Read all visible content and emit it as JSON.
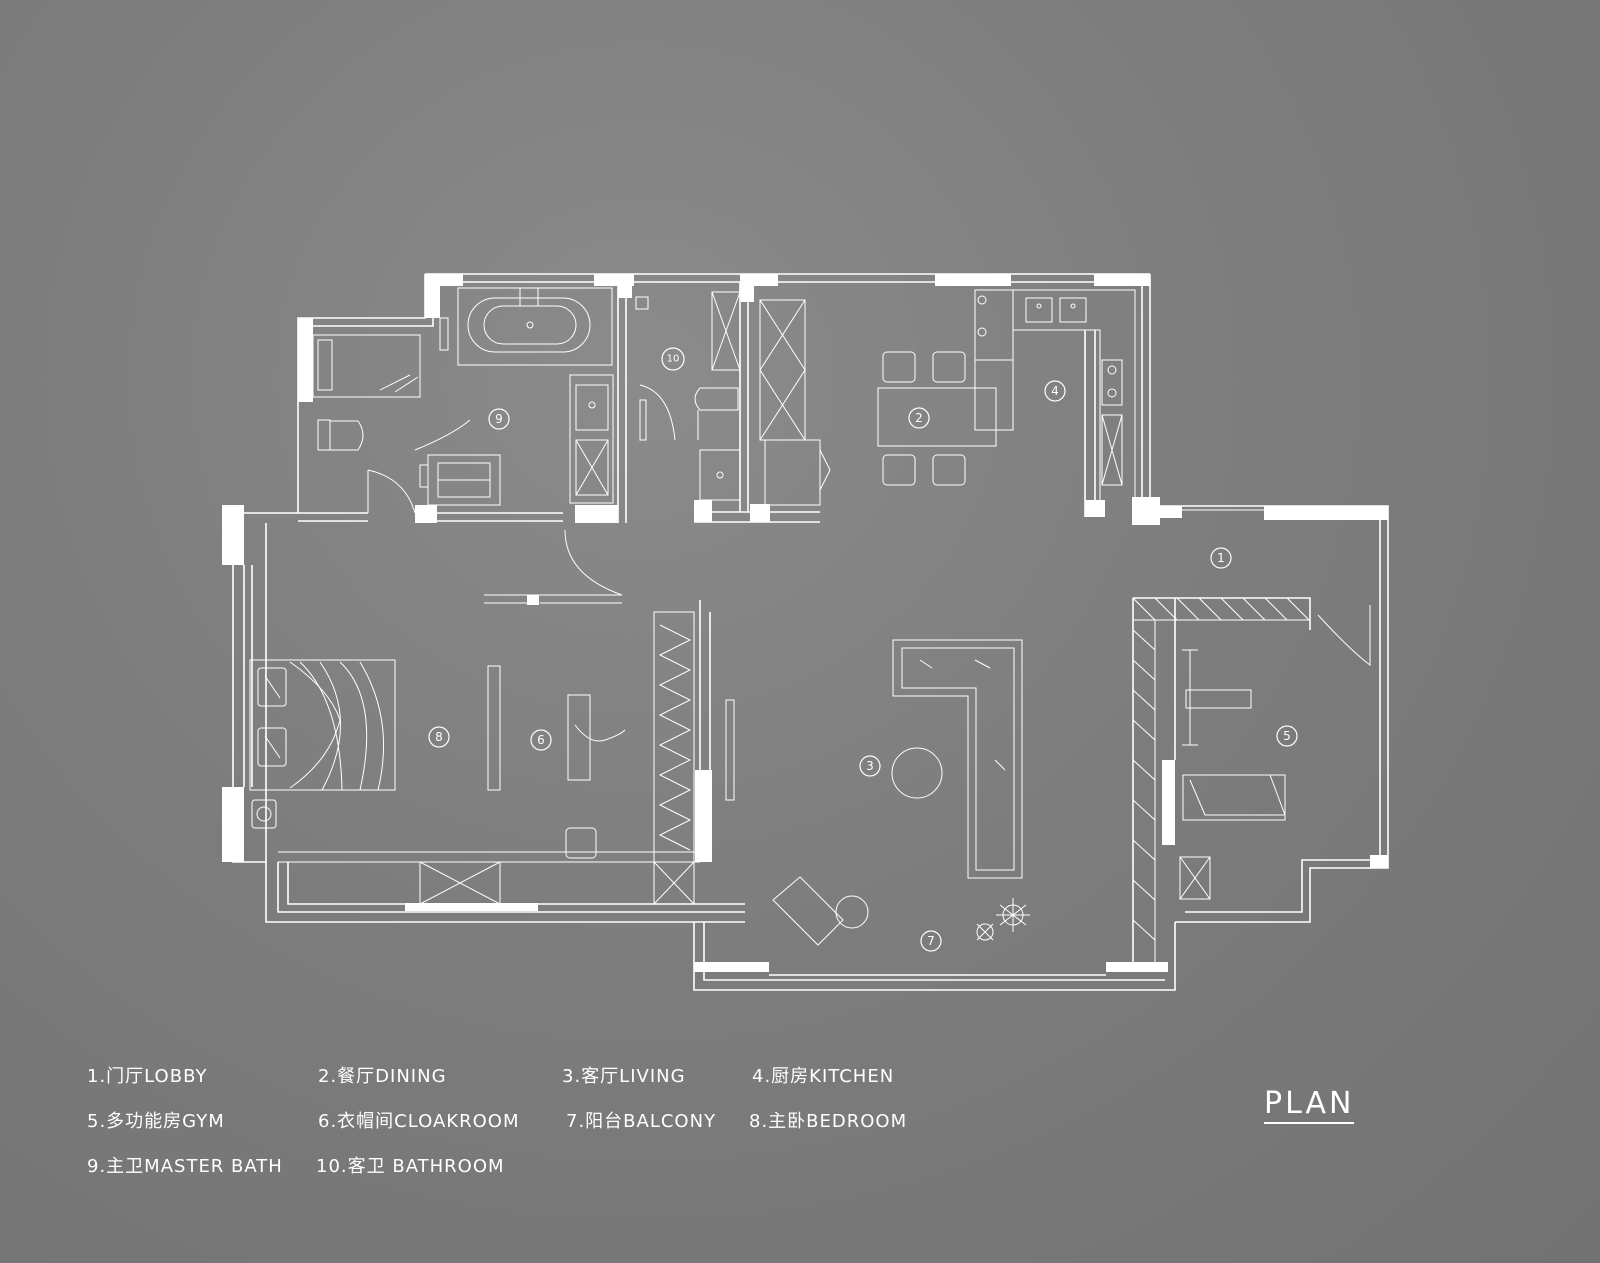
{
  "plan": {
    "title": "PLAN",
    "room_tags": [
      "1",
      "2",
      "3",
      "4",
      "5",
      "6",
      "7",
      "8",
      "9",
      "10"
    ],
    "legend": [
      "1.门厅LOBBY",
      "2.餐厅DINING",
      "3.客厅LIVING",
      "4.厨房KITCHEN",
      "5.多功能房GYM",
      "6.衣帽间CLOAKROOM",
      "7.阳台BALCONY",
      "8.主卧BEDROOM",
      "9.主卫MASTER BATH",
      "10.客卫 BATHROOM"
    ]
  },
  "colors": {
    "background": "#7d7d7d",
    "lines": "#ffffff"
  }
}
